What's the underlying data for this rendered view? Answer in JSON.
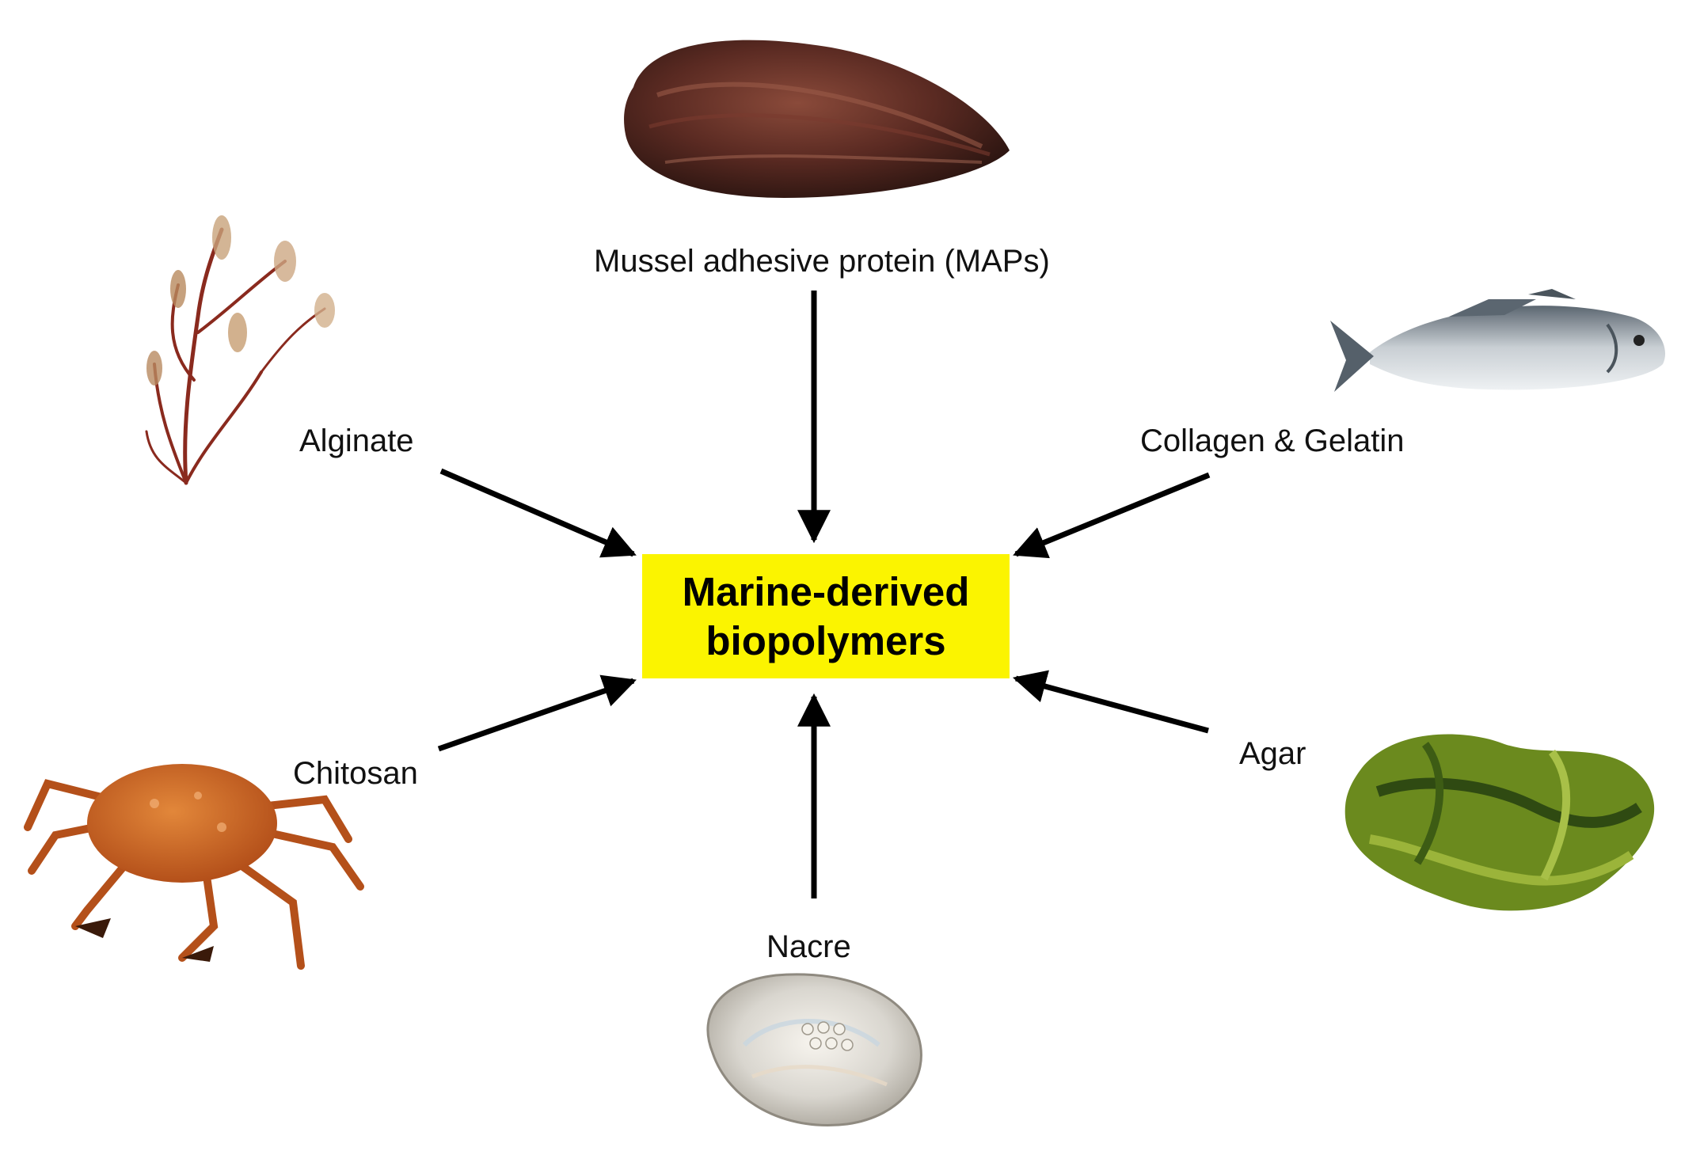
{
  "center": {
    "line1": "Marine-derived",
    "line2": "biopolymers"
  },
  "sources": [
    {
      "name": "Mussel adhesive protein (MAPs)",
      "image": "mussel-shell"
    },
    {
      "name": "Alginate",
      "image": "brown-seaweed"
    },
    {
      "name": "Collagen & Gelatin",
      "image": "fish"
    },
    {
      "name": "Chitosan",
      "image": "crab"
    },
    {
      "name": "Agar",
      "image": "green-seaweed"
    },
    {
      "name": "Nacre",
      "image": "abalone-shell"
    }
  ],
  "colors": {
    "center_box": "#fbf400",
    "arrows": "#000000",
    "text": "#111111"
  }
}
